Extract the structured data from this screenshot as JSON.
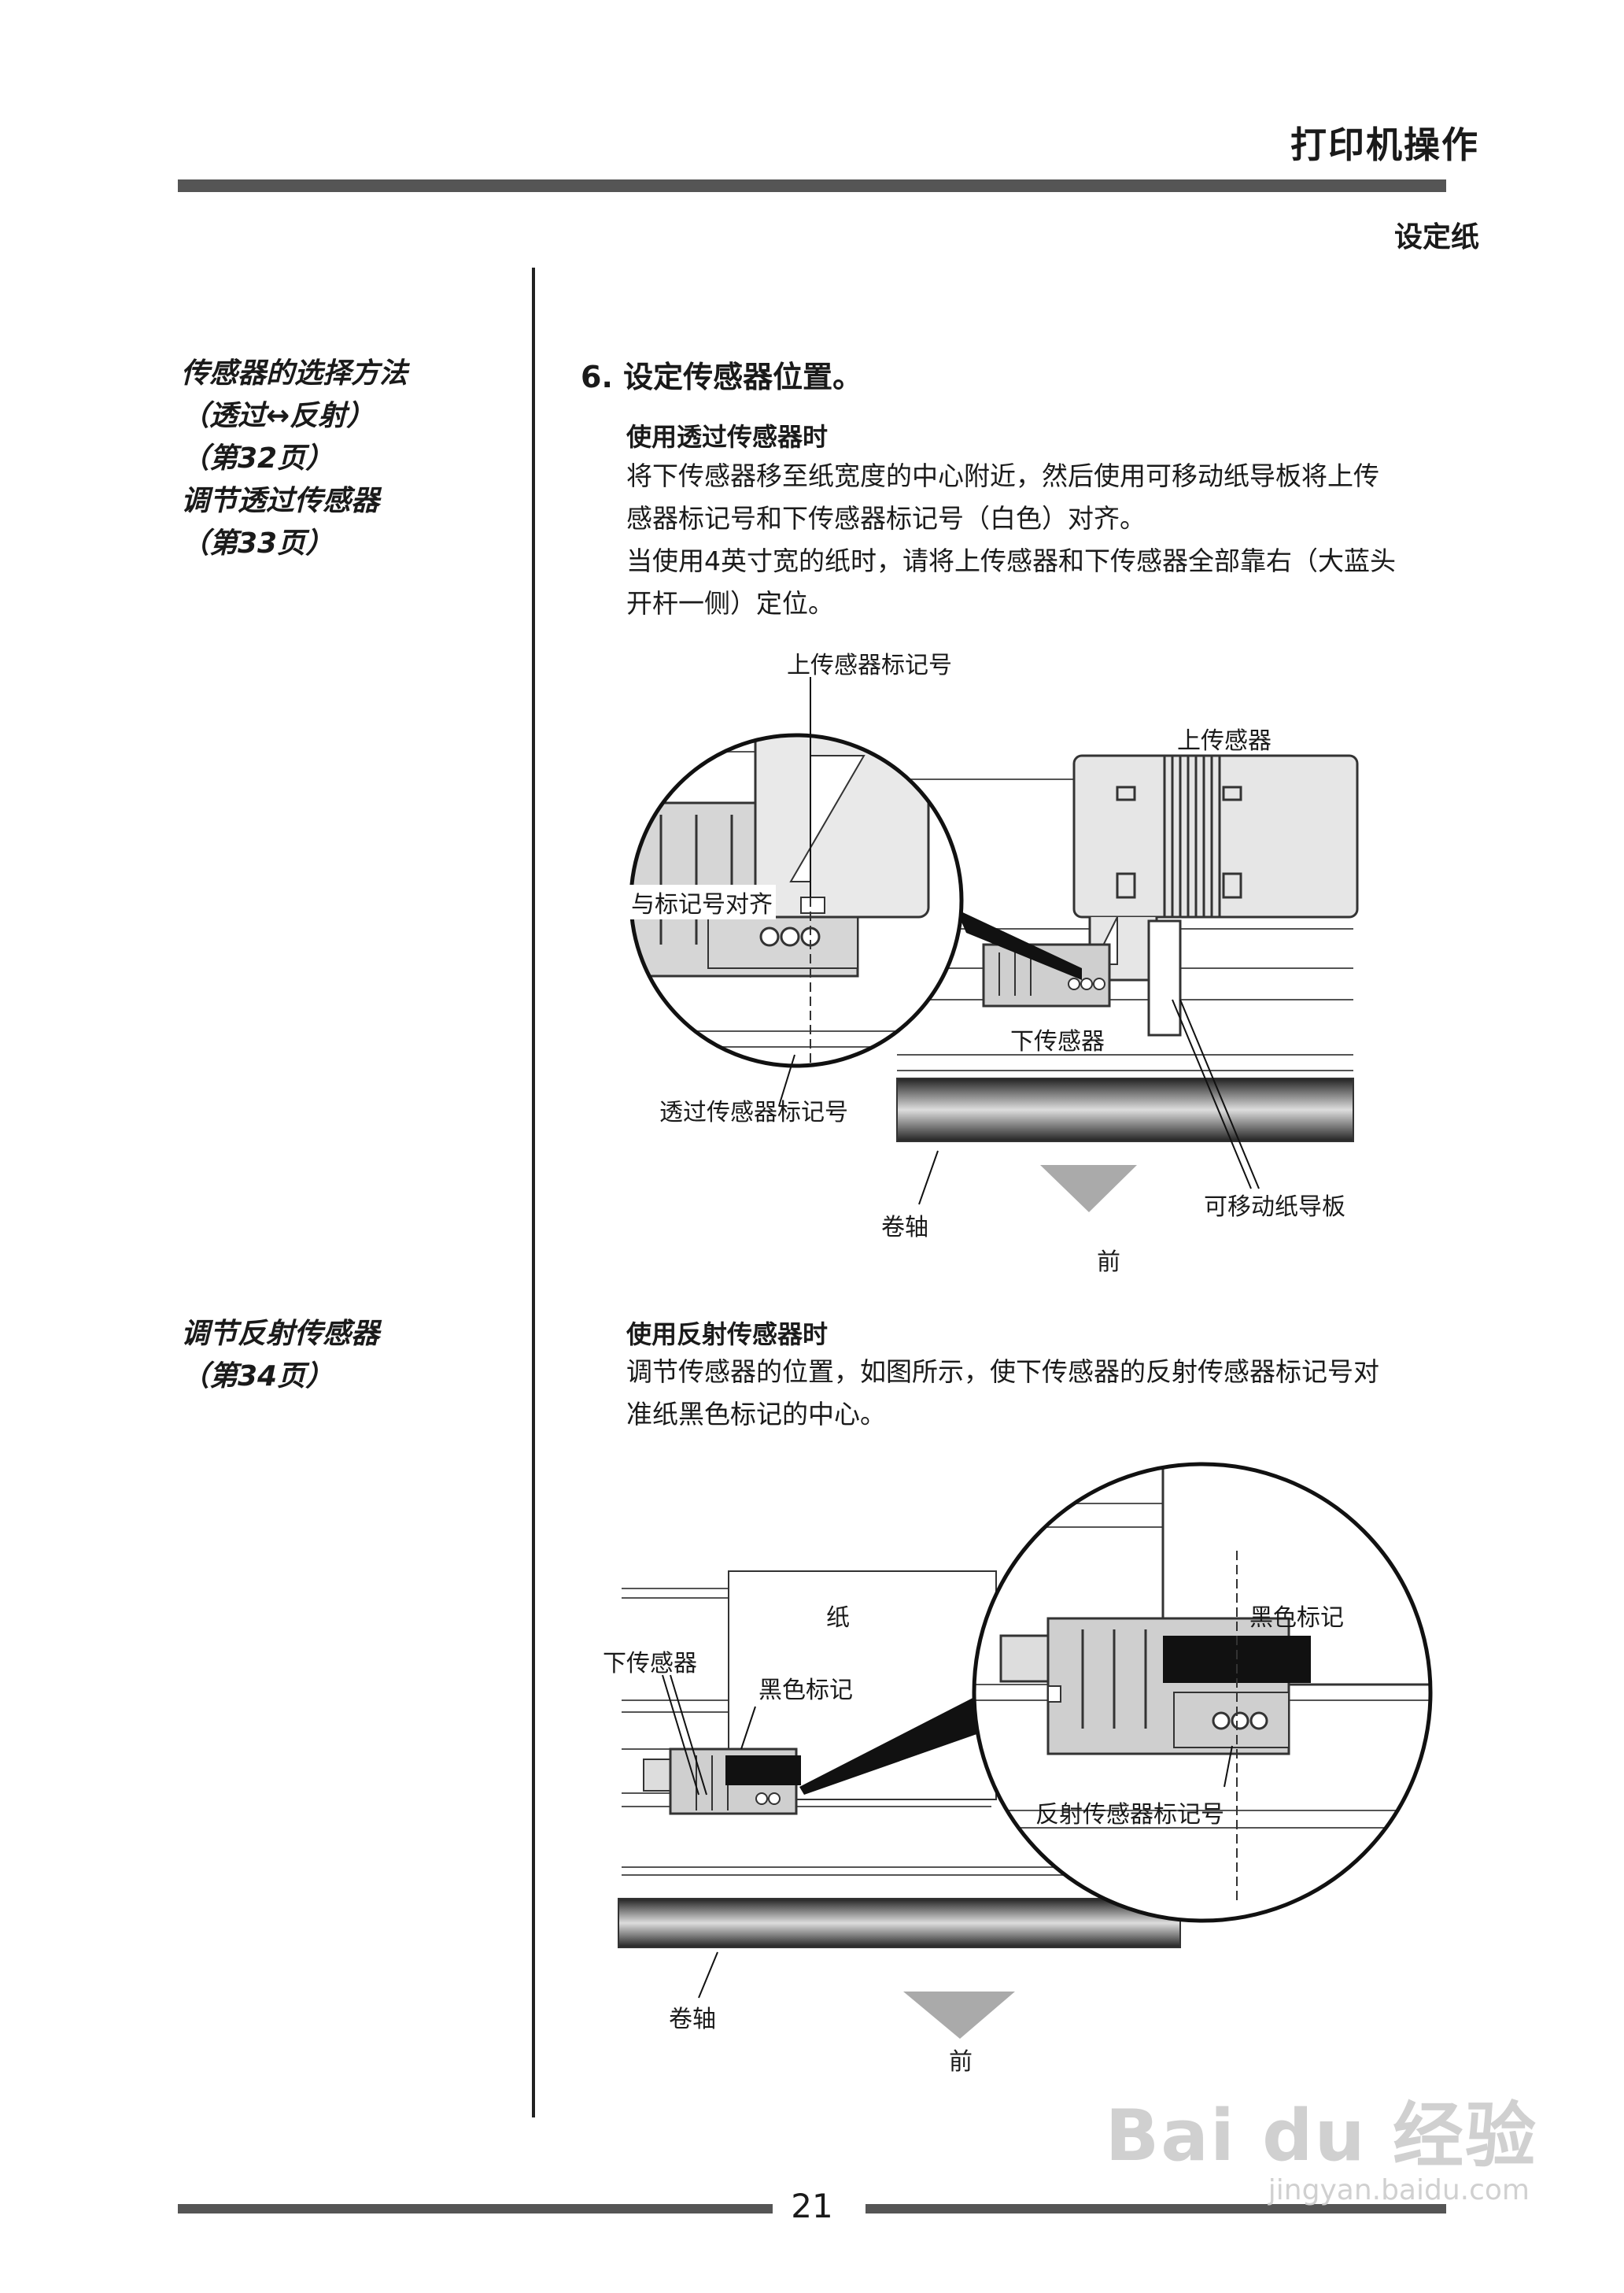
{
  "header": {
    "title": "打印机操作",
    "section": "设定纸"
  },
  "sidebar": {
    "note1": [
      "传感器的选择方法",
      "（透过↔反射）",
      "（第32页）",
      "调节透过传感器",
      "（第33页）"
    ],
    "note2": [
      "调节反射传感器",
      "（第34页）"
    ]
  },
  "step": {
    "title": "6.  设定传感器位置。"
  },
  "transmission": {
    "title": "使用透过传感器时",
    "lines": [
      "将下传感器移至纸宽度的中心附近，然后使用可移动纸导板将上传",
      "感器标记号和下传感器标记号（白色）对齐。",
      "当使用4英寸宽的纸时，请将上传感器和下传感器全部靠右（大蓝头",
      "开杆一侧）定位。"
    ],
    "fig": {
      "upper_mark": "上传感器标记号",
      "upper_sensor": "上传感器",
      "align": "与标记号对齐",
      "lower_sensor": "下传感器",
      "trans_mark": "透过传感器标记号",
      "roller": "卷轴",
      "guide": "可移动纸导板",
      "front": "前"
    }
  },
  "reflection": {
    "title": "使用反射传感器时",
    "lines": [
      "调节传感器的位置，如图所示，使下传感器的反射传感器标记号对",
      "准纸黑色标记的中心。"
    ],
    "fig": {
      "paper": "纸",
      "black_mark_zoom": "黑色标记",
      "lower_sensor": "下传感器",
      "black_mark": "黑色标记",
      "refl_mark": "反射传感器标记号",
      "roller": "卷轴",
      "front": "前"
    }
  },
  "footer": {
    "page": "21"
  },
  "watermark": {
    "brand": "Bai du 经验",
    "url": "jingyan.baidu.com"
  }
}
